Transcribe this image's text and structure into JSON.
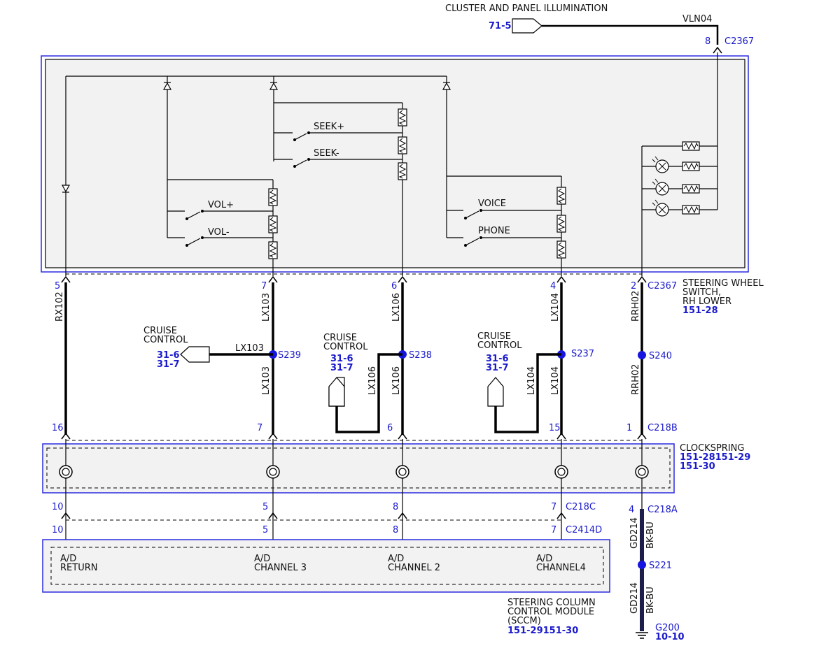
{
  "header": {
    "illumination_label": "CLUSTER AND PANEL ILLUMINATION",
    "illumination_ref": "71-5",
    "illumination_circuit": "VLN04",
    "top_pin": "8",
    "top_connector": "C2367"
  },
  "switch": {
    "labels": [
      "VOL+",
      "VOL-",
      "SEEK+",
      "SEEK-",
      "VOICE",
      "PHONE"
    ],
    "name_lines": [
      "STEERING WHEEL",
      "SWITCH,",
      "RH LOWER"
    ],
    "ref": "151-28",
    "connector": "C2367"
  },
  "wires": [
    {
      "pin_top": "5",
      "circuit": "RX102",
      "pin_bottom": "16"
    },
    {
      "pin_top": "7",
      "circuit": "LX103",
      "splice": "S239",
      "circuit_lower": "LX103",
      "pin_bottom": "7"
    },
    {
      "pin_top": "6",
      "circuit": "LX106",
      "splice": "S238",
      "circuit_lower": "LX106",
      "pin_bottom": "6"
    },
    {
      "pin_top": "4",
      "circuit": "LX104",
      "splice": "S237",
      "circuit_lower": "LX104",
      "pin_bottom": "15"
    },
    {
      "pin_top": "2",
      "circuit": "RRH02",
      "splice": "S240",
      "circuit_lower": "RRH02",
      "pin_bottom": "1"
    }
  ],
  "cruise": [
    {
      "lines": [
        "CRUISE",
        "CONTROL"
      ],
      "refs": [
        "31-6",
        "31-7"
      ],
      "circuit": "LX103"
    },
    {
      "lines": [
        "CRUISE",
        "CONTROL"
      ],
      "refs": [
        "31-6",
        "31-7"
      ],
      "circuit": "LX106"
    },
    {
      "lines": [
        "CRUISE",
        "CONTROL"
      ],
      "refs": [
        "31-6",
        "31-7"
      ],
      "circuit": "LX104"
    }
  ],
  "clockspring": {
    "name": "CLOCKSPRING",
    "refs": [
      "151-28151-29",
      "151-30"
    ],
    "connector_top": "C218B",
    "connector_bottom": "C218A",
    "connector_c": "C218C",
    "pins_bottom": [
      "10",
      "5",
      "8",
      "7"
    ],
    "pin_ground": "4"
  },
  "sccm": {
    "connector": "C2414D",
    "pins": [
      "10",
      "5",
      "8",
      "7"
    ],
    "inputs": [
      {
        "l1": "A/D",
        "l2": "RETURN"
      },
      {
        "l1": "A/D",
        "l2": "CHANNEL 3"
      },
      {
        "l1": "A/D",
        "l2": "CHANNEL 2"
      },
      {
        "l1": "A/D",
        "l2": "CHANNEL4"
      }
    ],
    "name_lines": [
      "STEERING COLUMN",
      "CONTROL MODULE",
      "(SCCM)"
    ],
    "refs": "151-29151-30"
  },
  "ground": {
    "circuit": "GD214",
    "color": "BK-BU",
    "splice": "S221",
    "ground_id": "G200",
    "ground_ref": "10-10"
  }
}
